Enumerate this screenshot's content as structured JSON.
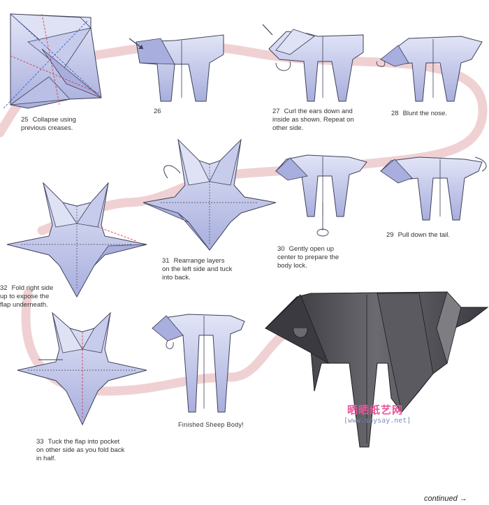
{
  "steps": [
    {
      "num": "25",
      "text": "Collapse using\nprevious creases."
    },
    {
      "num": "26",
      "text": ""
    },
    {
      "num": "27",
      "text": "Curl the ears down and\ninside as shown. Repeat on\nother side."
    },
    {
      "num": "28",
      "text": "Blunt the nose."
    },
    {
      "num": "29",
      "text": "Pull down the tail."
    },
    {
      "num": "30",
      "text": "Gently open up\ncenter to prepare the\nbody lock."
    },
    {
      "num": "31",
      "text": "Rearrange layers\non the left side and tuck\ninto back."
    },
    {
      "num": "32",
      "text": "Fold right side\nup to expose the\nflap underneath."
    },
    {
      "num": "33",
      "text": "Tuck the flap into pocket\non other side as you fold back\nin half."
    }
  ],
  "finished_label": "Finished Sheep Body!",
  "watermark": {
    "title": "晒晒纸艺网",
    "url": "[www.saysay.net]"
  },
  "continued_label": "continued →",
  "colors": {
    "paper": "#b9bfe6",
    "paper_light": "#dfe2f5",
    "paper_edge": "#3d4058",
    "path": "#ecc6c8",
    "crease_red": "#d2404a",
    "crease_blue": "#3c5fc4",
    "model_dark": "#4a4a4f",
    "model_mid": "#7d7d82"
  }
}
